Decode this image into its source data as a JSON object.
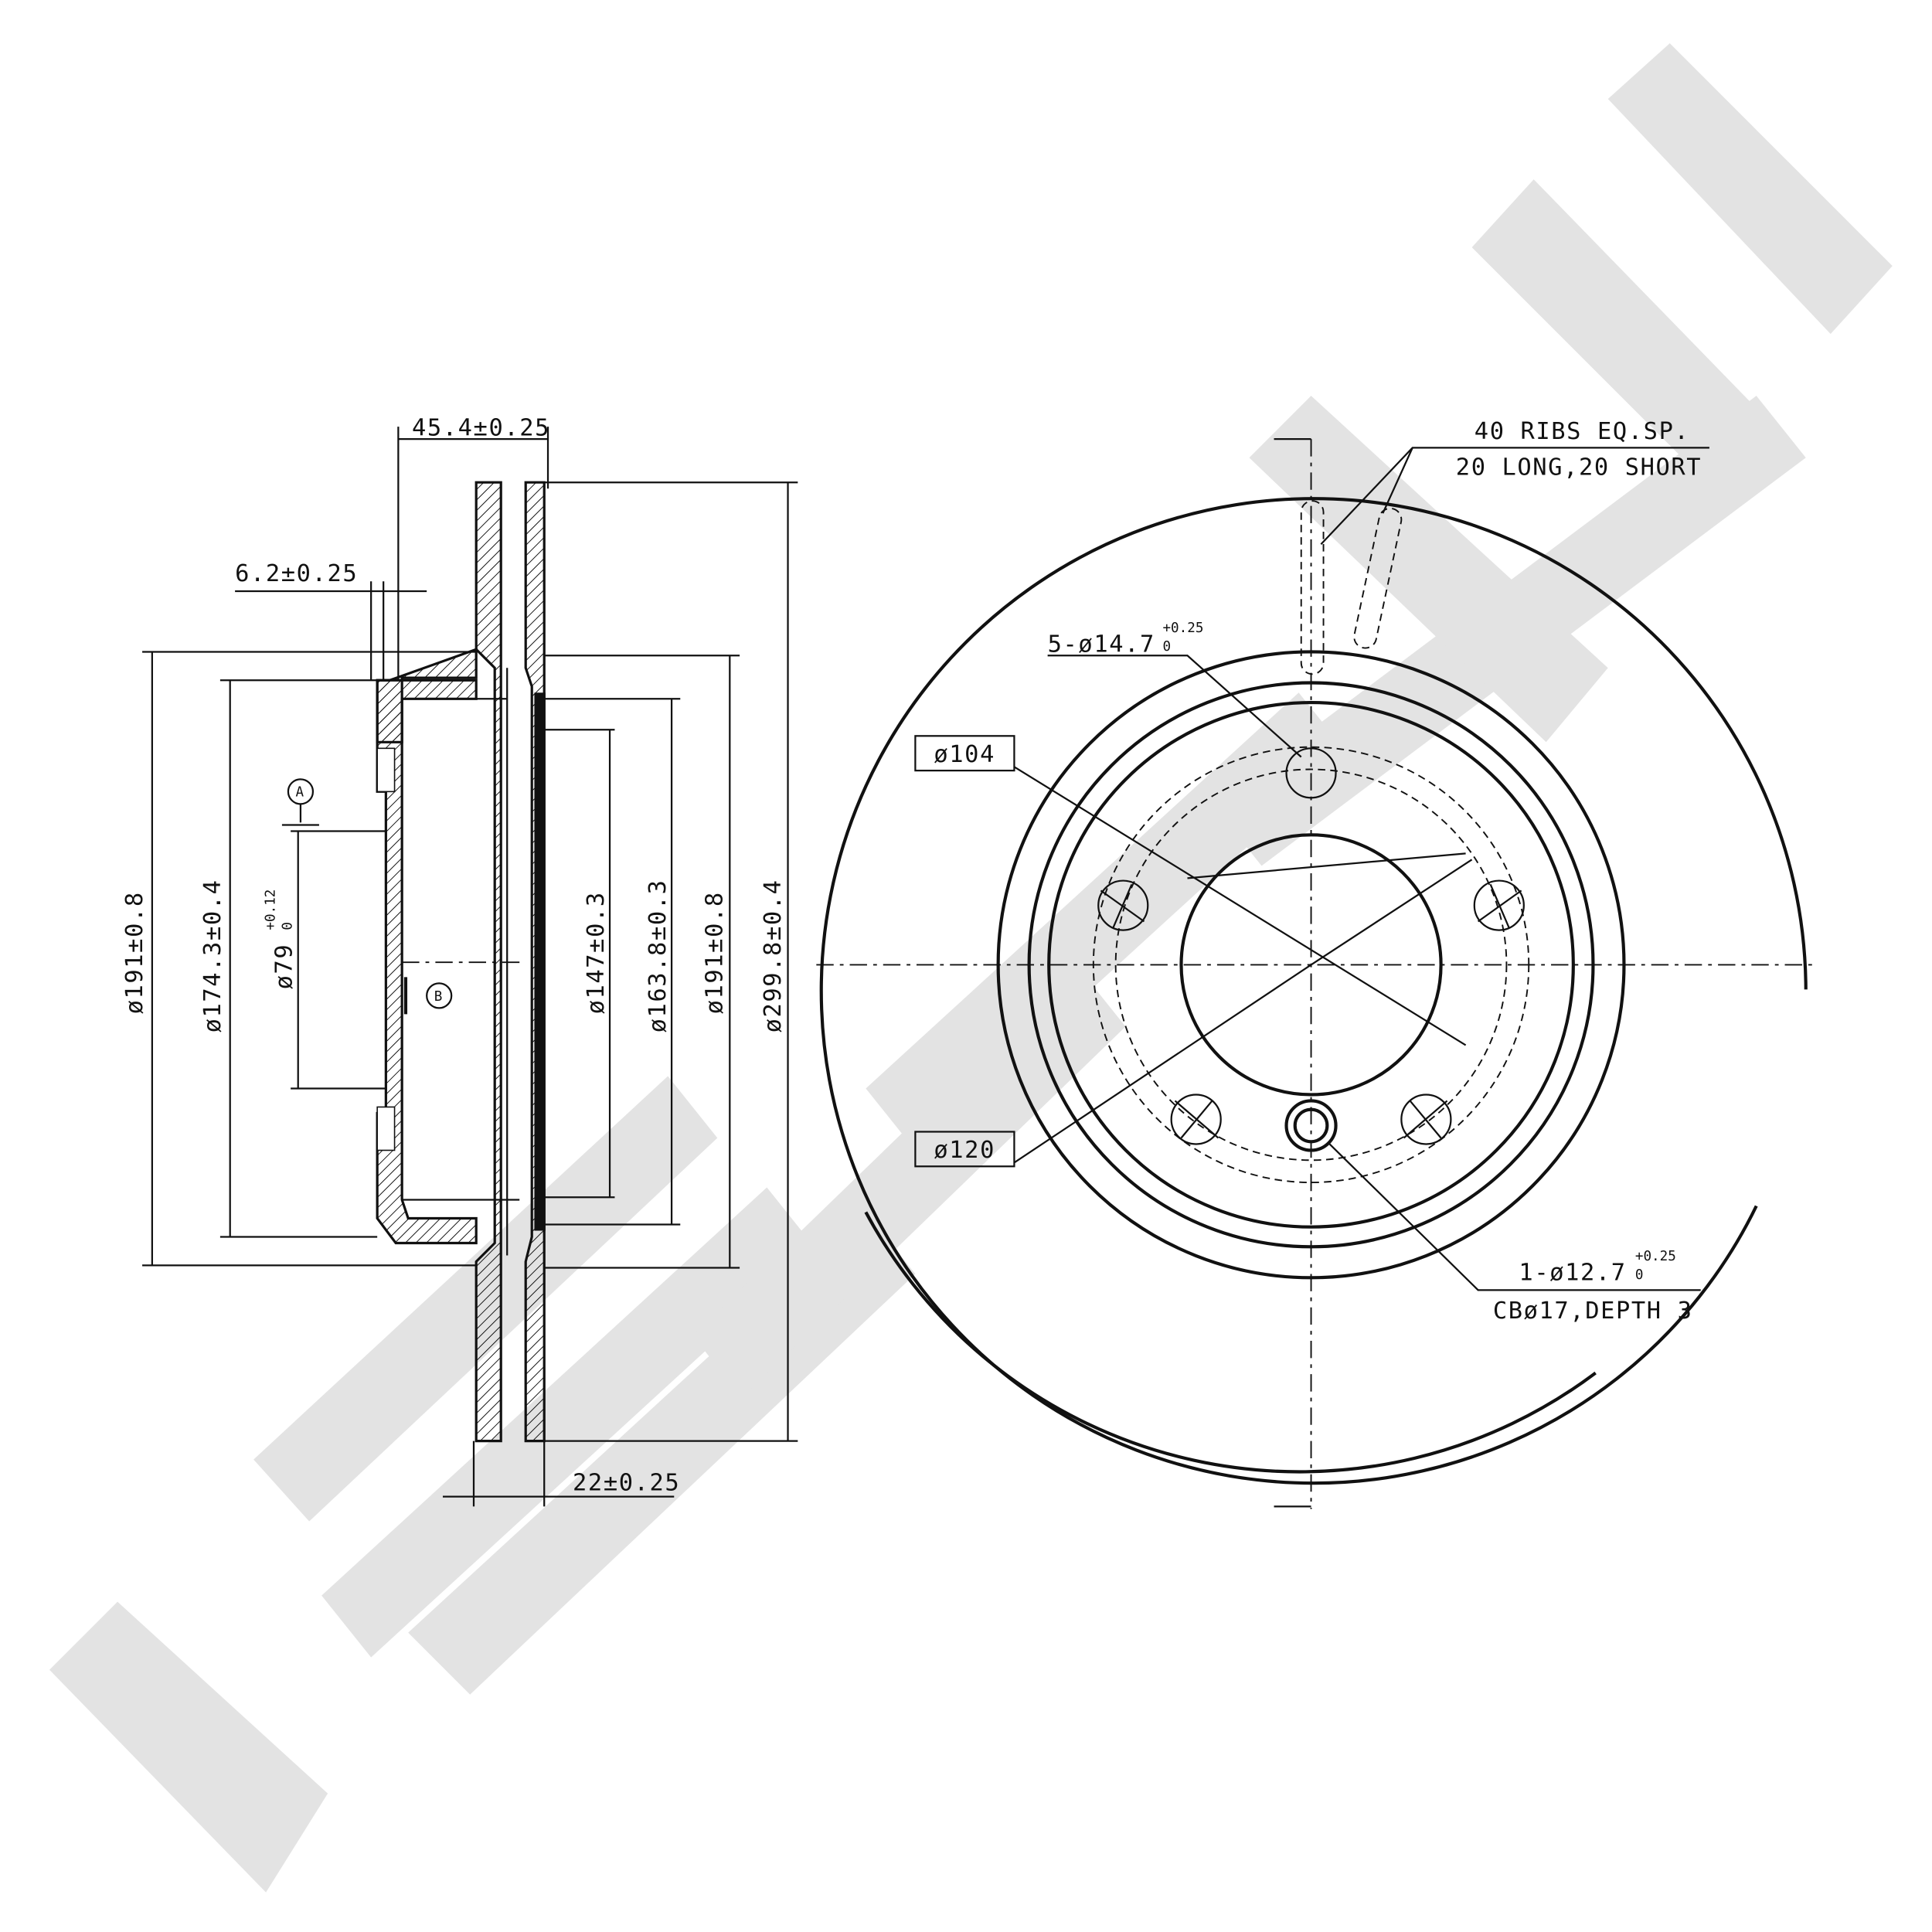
{
  "section_view": {
    "dim_width": "45.4±0.25",
    "dim_hat_offset": "6.2±0.25",
    "dim_thickness": "22±0.25",
    "dim_d191_left": "ø191±0.8",
    "dim_d174": "ø174.3±0.4",
    "dim_d79": "ø79",
    "dim_d79_tol_upper": "+0.12",
    "dim_d79_tol_lower": "0",
    "dim_d147": "ø147±0.3",
    "dim_d163": "ø163.8±0.3",
    "dim_d191_right": "ø191±0.8",
    "dim_d299": "ø299.8±0.4",
    "datum_a": "A",
    "datum_b": "B"
  },
  "front_view": {
    "ribs_line1": "40 RIBS EQ.SP.",
    "ribs_line2": "20 LONG,20 SHORT",
    "bolt_holes": "5-ø14.7",
    "bolt_holes_tol_upper": "+0.25",
    "bolt_holes_tol_lower": "0",
    "pcd_box": "ø104",
    "d120_box": "ø120",
    "locator_hole": "1-ø12.7",
    "locator_tol_upper": "+0.25",
    "locator_tol_lower": "0",
    "counterbore": "CBø17,DEPTH 3"
  },
  "colors": {
    "line": "#111111",
    "watermark": "#e3e3e3"
  }
}
